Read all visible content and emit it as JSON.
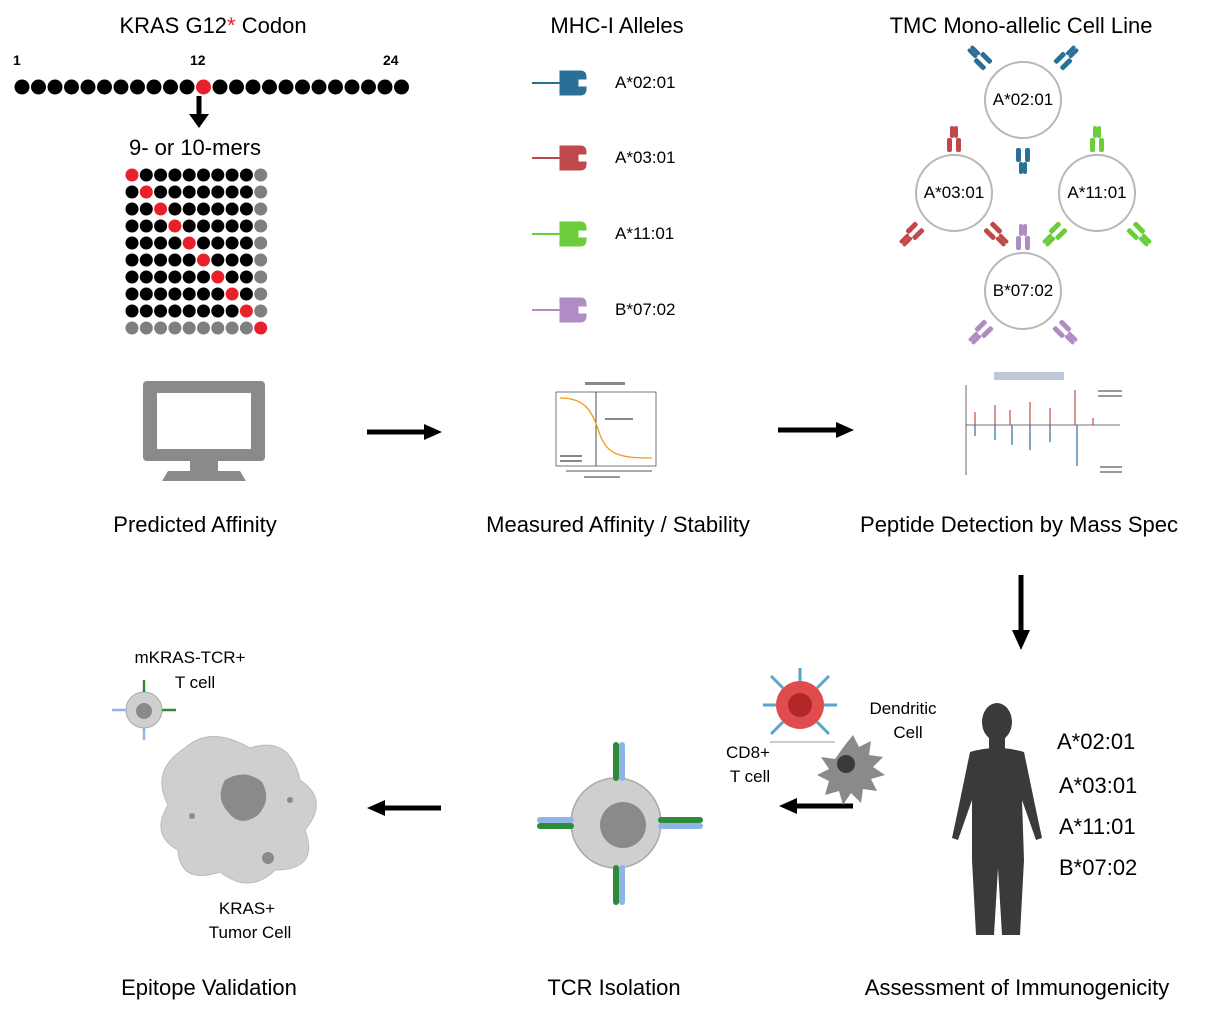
{
  "panel_kras": {
    "title": "KRAS G12",
    "title_star": "*",
    "title_suffix": " Codon",
    "pos_start": "1",
    "pos_mut": "12",
    "pos_end": "24",
    "mers_label": "9- or 10-mers"
  },
  "panel_mhc": {
    "title": "MHC-I Alleles",
    "alleles": [
      {
        "name": "A*02:01",
        "color": "#2a6f97"
      },
      {
        "name": "A*03:01",
        "color": "#c0484a"
      },
      {
        "name": "A*11:01",
        "color": "#6ccd3a"
      },
      {
        "name": "B*07:02",
        "color": "#b08cc5"
      }
    ]
  },
  "panel_tmc": {
    "title": "TMC Mono-allelic Cell Line",
    "cells": [
      "A*02:01",
      "A*03:01",
      "A*11:01",
      "B*07:02"
    ]
  },
  "steps": {
    "predicted": "Predicted Affinity",
    "measured": "Measured Affinity / Stability",
    "mass_spec": "Peptide Detection by Mass Spec",
    "immunogenicity": "Assessment of Immunogenicity",
    "tcr": "TCR Isolation",
    "epitope": "Epitope Validation"
  },
  "immunogenicity": {
    "dendritic": "Dendritic",
    "dendritic2": "Cell",
    "cd8": "CD8+",
    "cd8b": "T cell",
    "alleles": [
      "A*02:01",
      "A*03:01",
      "A*11:01",
      "B*07:02"
    ]
  },
  "epitope": {
    "tcell": "mKRAS-TCR+",
    "tcell2": "T cell",
    "tumor": "KRAS+",
    "tumor2": "Tumor Cell"
  },
  "colors": {
    "mutation": "#e8202a",
    "residue": "#000000",
    "anchor": "#7f7f7f",
    "cell_fill": "#c8c8c8",
    "nucleus": "#8a8a8a",
    "tcr_green": "#2f8a3a",
    "tcr_blue": "#8fb4e8"
  }
}
